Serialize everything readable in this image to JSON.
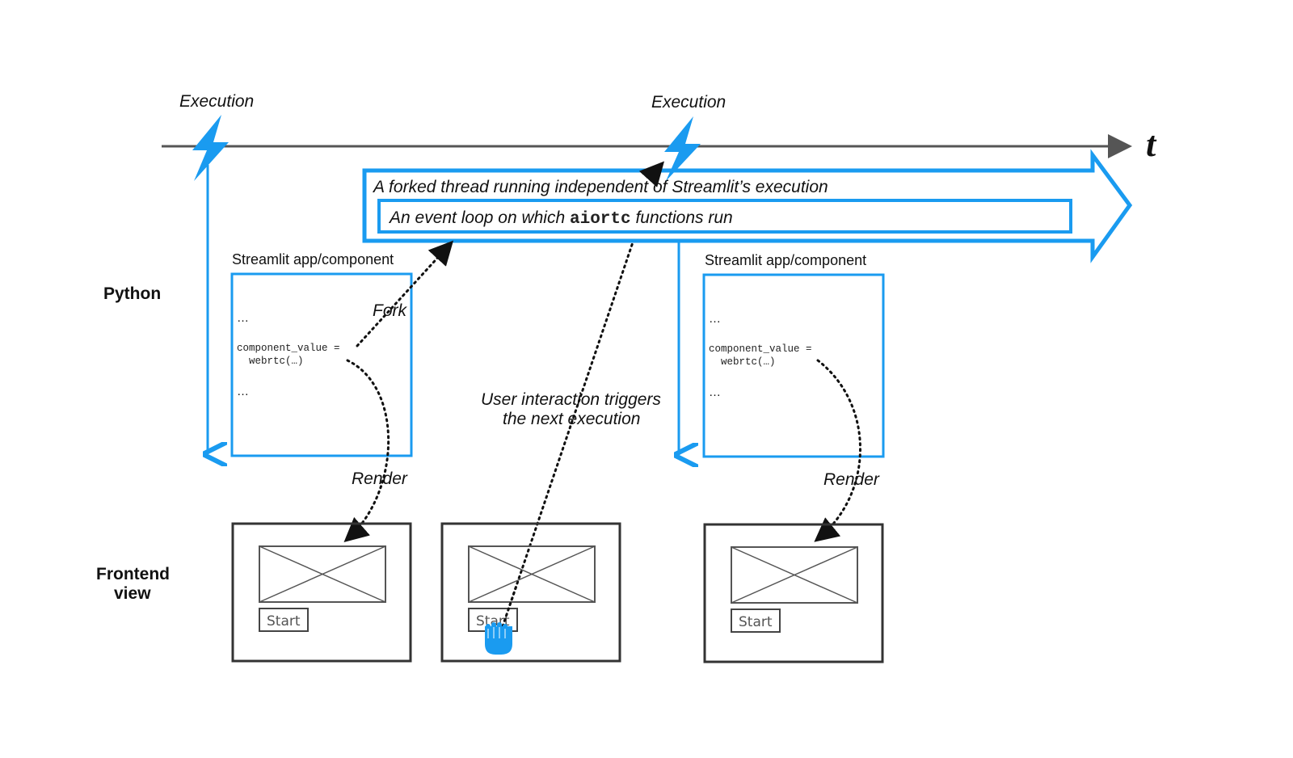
{
  "timeline": {
    "axis_label": "t"
  },
  "executions": [
    {
      "label": "Execution"
    },
    {
      "label": "Execution"
    }
  ],
  "lanes": {
    "python": "Python",
    "frontend_line1": "Frontend",
    "frontend_line2": "view"
  },
  "thread": {
    "outer_label": "A forked thread running independent of Streamlit’s execution",
    "inner_prefix": "An event loop on which ",
    "inner_code": "aiortc",
    "inner_suffix": " functions run"
  },
  "components": [
    {
      "title": "Streamlit app/component",
      "dots_top": "…",
      "code_line1": "component_value =",
      "code_line2": "  webrtc(…)",
      "dots_bottom": "…"
    },
    {
      "title": "Streamlit app/component",
      "dots_top": "…",
      "code_line1": "component_value =",
      "code_line2": "  webrtc(…)",
      "dots_bottom": "…"
    }
  ],
  "arrows": {
    "fork": "Fork",
    "render1": "Render",
    "render2": "Render",
    "user_interaction_line1": "User interaction triggers",
    "user_interaction_line2": "the next execution"
  },
  "frontend_views": [
    {
      "button_label": "Start"
    },
    {
      "button_label": "Start"
    },
    {
      "button_label": "Start"
    }
  ],
  "colors": {
    "accent": "#1a9bf0",
    "axis": "#555555",
    "frame": "#333333"
  },
  "icons": {
    "execution": "lightning-bolt-icon",
    "pointer": "hand-pointer-icon",
    "media_placeholder": "image-placeholder-icon"
  }
}
